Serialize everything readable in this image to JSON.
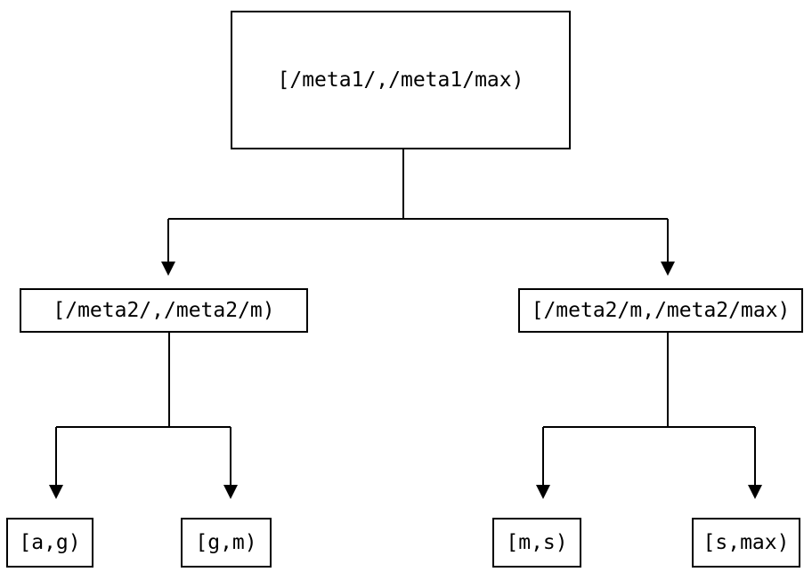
{
  "diagram": {
    "type": "tree",
    "nodes": {
      "root": {
        "label": "[/meta1/,/meta1/max)"
      },
      "left_mid": {
        "label": "[/meta2/,/meta2/m)"
      },
      "right_mid": {
        "label": "[/meta2/m,/meta2/max)"
      },
      "leaf_ag": {
        "label": "[a,g)"
      },
      "leaf_gm": {
        "label": "[g,m)"
      },
      "leaf_ms": {
        "label": "[m,s)"
      },
      "leaf_smax": {
        "label": "[s,max)"
      }
    },
    "edges": [
      {
        "from": "root",
        "to": "left_mid"
      },
      {
        "from": "root",
        "to": "right_mid"
      },
      {
        "from": "left_mid",
        "to": "leaf_ag"
      },
      {
        "from": "left_mid",
        "to": "leaf_gm"
      },
      {
        "from": "right_mid",
        "to": "leaf_ms"
      },
      {
        "from": "right_mid",
        "to": "leaf_smax"
      }
    ],
    "colors": {
      "background": "#ffffff",
      "box_border": "#000000",
      "box_fill": "#ffffff",
      "line": "#000000",
      "text": "#000000"
    }
  }
}
